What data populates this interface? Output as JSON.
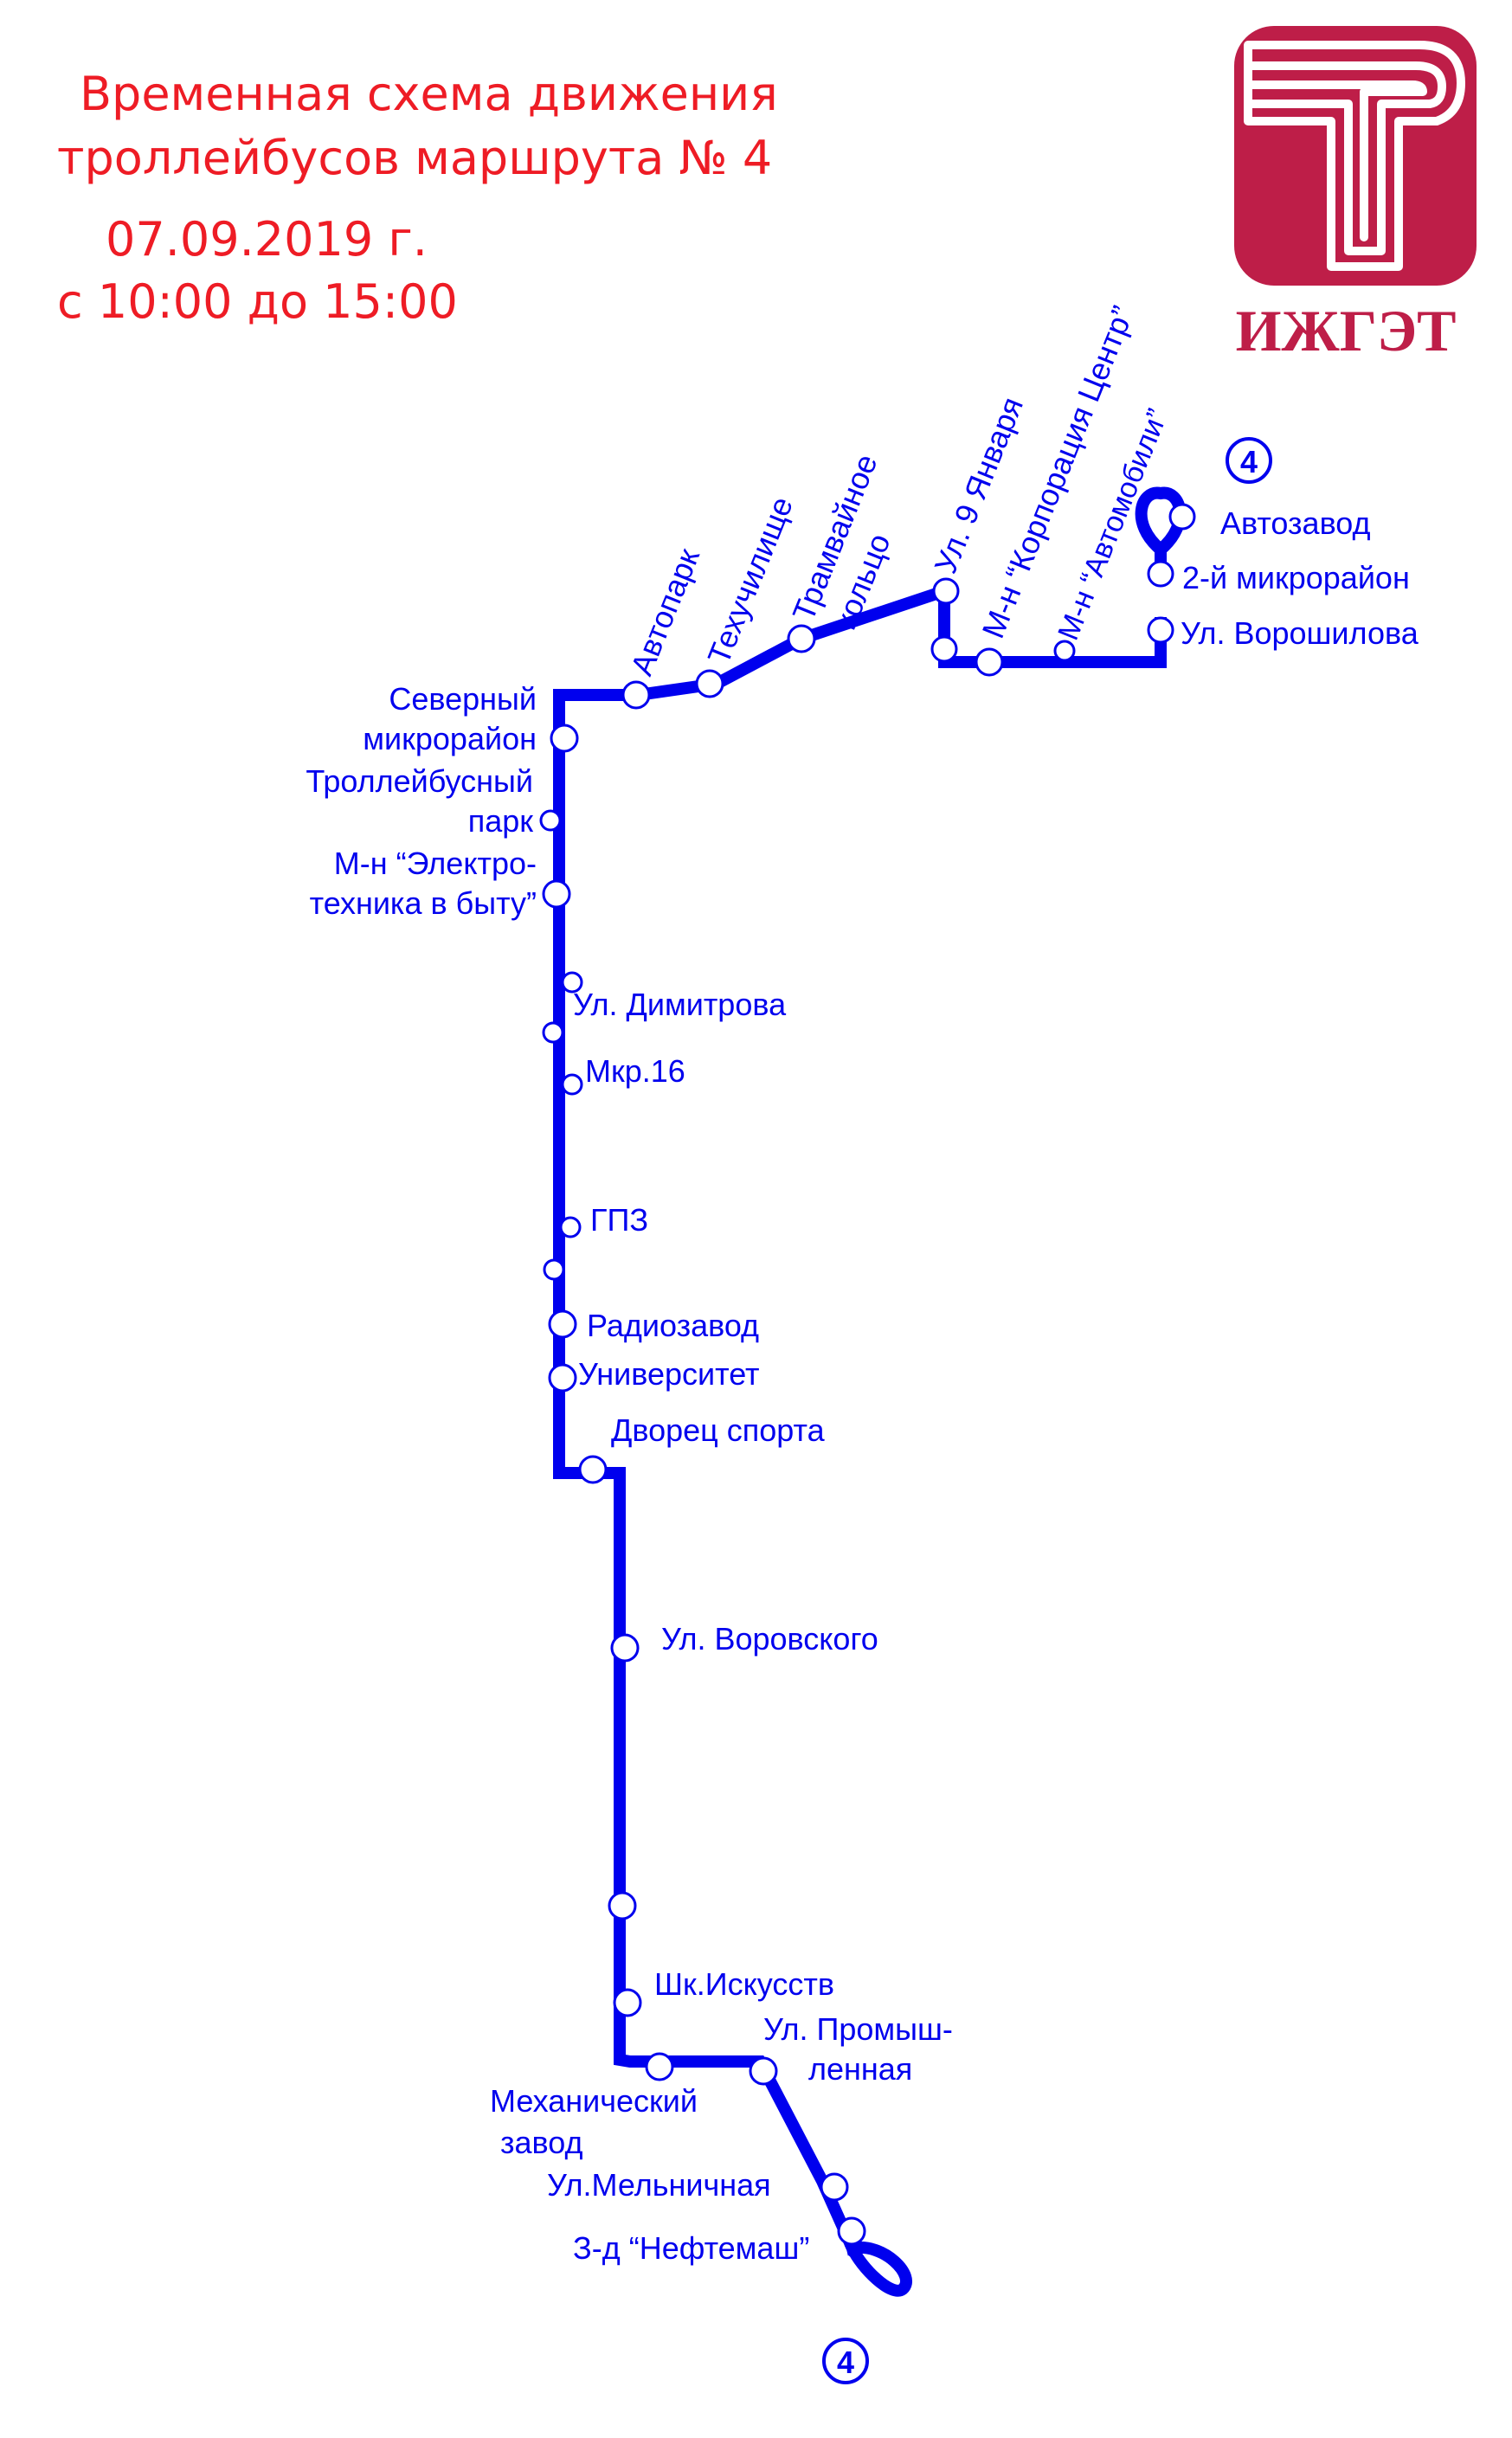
{
  "title": {
    "line1": "Временная схема движения",
    "line2": "троллейбусов маршрута № 4",
    "date": "07.09.2019 г.",
    "time": "с 10:00 до 15:00"
  },
  "logo": {
    "name": "ИЖГЭТ",
    "color": "#be1e48"
  },
  "route": {
    "number": "4",
    "color": "#0000ee"
  },
  "stops": {
    "avtozavod": "Автозавод",
    "mikr2": "2-й микрорайон",
    "voroshilova": "Ул. Ворошилова",
    "avtomobili": "М-н “Автомобили”",
    "korporaciya": "М-н “Корпорация Центр”",
    "yanvarya": "Ул. 9 Января",
    "tramkolco_1": "Трамвайное",
    "tramkolco_2": "кольцо",
    "tehuchilishe": "Техучилище",
    "avtopark": "Автопарк",
    "severny_1": "Северный",
    "severny_2": "микрорайон",
    "trolpark_1": "Троллейбусный",
    "trolpark_2": "парк",
    "elektro_1": "М-н “Электро-",
    "elektro_2": "техника в быту”",
    "dimitrova": "Ул. Димитрова",
    "mkr16": "Мкр.16",
    "gpz": "ГПЗ",
    "radiozavod": "Радиозавод",
    "universitet": "Университет",
    "dvorec": "Дворец спорта",
    "vorovskogo": "Ул. Воровского",
    "shkisk": "Шк.Искусств",
    "prom_1": "Ул. Промыш-",
    "prom_2": "ленная",
    "meh_1": "Механический",
    "meh_2": "завод",
    "melnichnaya": "Ул.Мельничная",
    "neftemash": "З-д “Нефтемаш”"
  }
}
